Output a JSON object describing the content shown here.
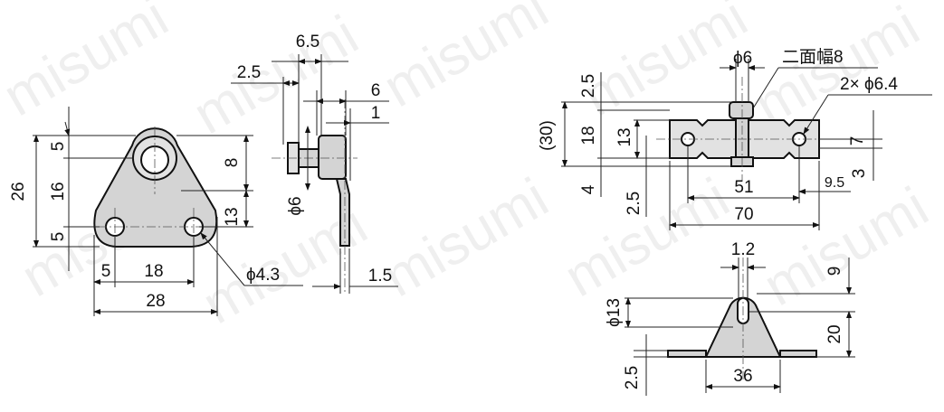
{
  "watermark": "misumi",
  "front_view": {
    "overall_height": "26",
    "dim_5_top": "5",
    "dim_16": "16",
    "dim_5_bottom": "5",
    "dim_8": "8",
    "dim_13": "13",
    "dim_5_hole": "5",
    "dim_18": "18",
    "dim_28": "28",
    "hole_dia": "ϕ4.3"
  },
  "side_view": {
    "dim_6_5": "6.5",
    "dim_2_5": "2.5",
    "dim_6": "6",
    "dim_1": "1",
    "shaft_dia": "ϕ6",
    "thickness": "1.5"
  },
  "top_view": {
    "pin_dia": "ϕ6",
    "across_flats": "二面幅8",
    "holes": "2× ϕ6.4",
    "ref_30": "(30)",
    "dim_2_5": "2.5",
    "dim_18": "18",
    "dim_13": "13",
    "dim_4": "4",
    "dim_2_5_b": "2.5",
    "dim_7": "7",
    "dim_3": "3",
    "dim_9_5": "9.5",
    "dim_51": "51",
    "dim_70": "70"
  },
  "bottom_view": {
    "dim_1_2": "1.2",
    "dim_13_dia": "ϕ13",
    "dim_9": "9",
    "dim_20": "20",
    "dim_2_5": "2.5",
    "dim_36": "36"
  }
}
